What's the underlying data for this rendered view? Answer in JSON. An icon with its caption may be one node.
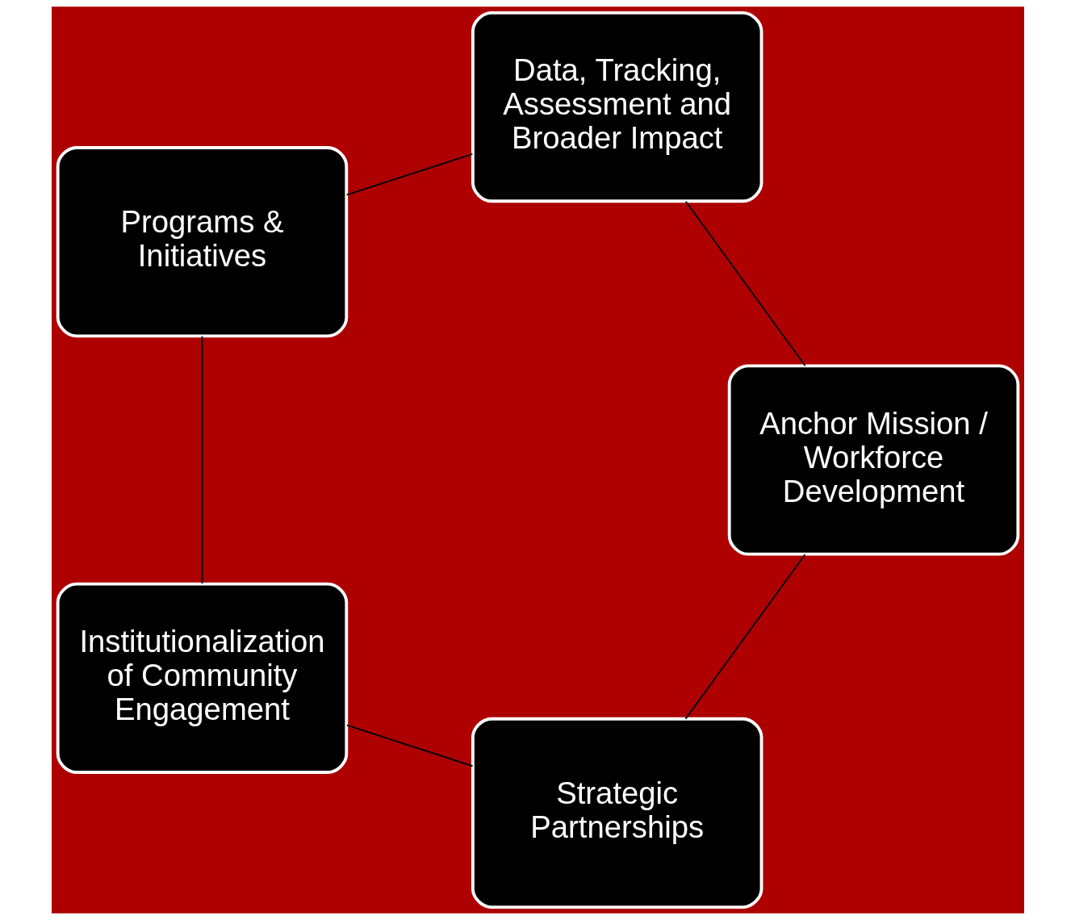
{
  "diagram": {
    "nodes": [
      {
        "text": [
          "Strategic Partnerships"
        ]
      },
      {
        "text": [
          "Anchor Mission / Workforce Development"
        ]
      },
      {
        "text": [
          "Institutionalization of Community Engagement"
        ]
      },
      {
        "text": [
          "Data, Tracking, Assessment and Broader Impact"
        ]
      },
      {
        "text": [
          "Programs & Initiatives"
        ]
      }
    ],
    "edges": [
      {
        "from": 0,
        "to": 2,
        "arrow": "none"
      },
      {
        "from": 2,
        "to": 4,
        "arrow": "none"
      },
      {
        "from": 4,
        "to": 3,
        "arrow": "none"
      },
      {
        "from": 3,
        "to": 1,
        "arrow": "none"
      },
      {
        "from": 1,
        "to": 0,
        "arrow": "none"
      }
    ]
  }
}
